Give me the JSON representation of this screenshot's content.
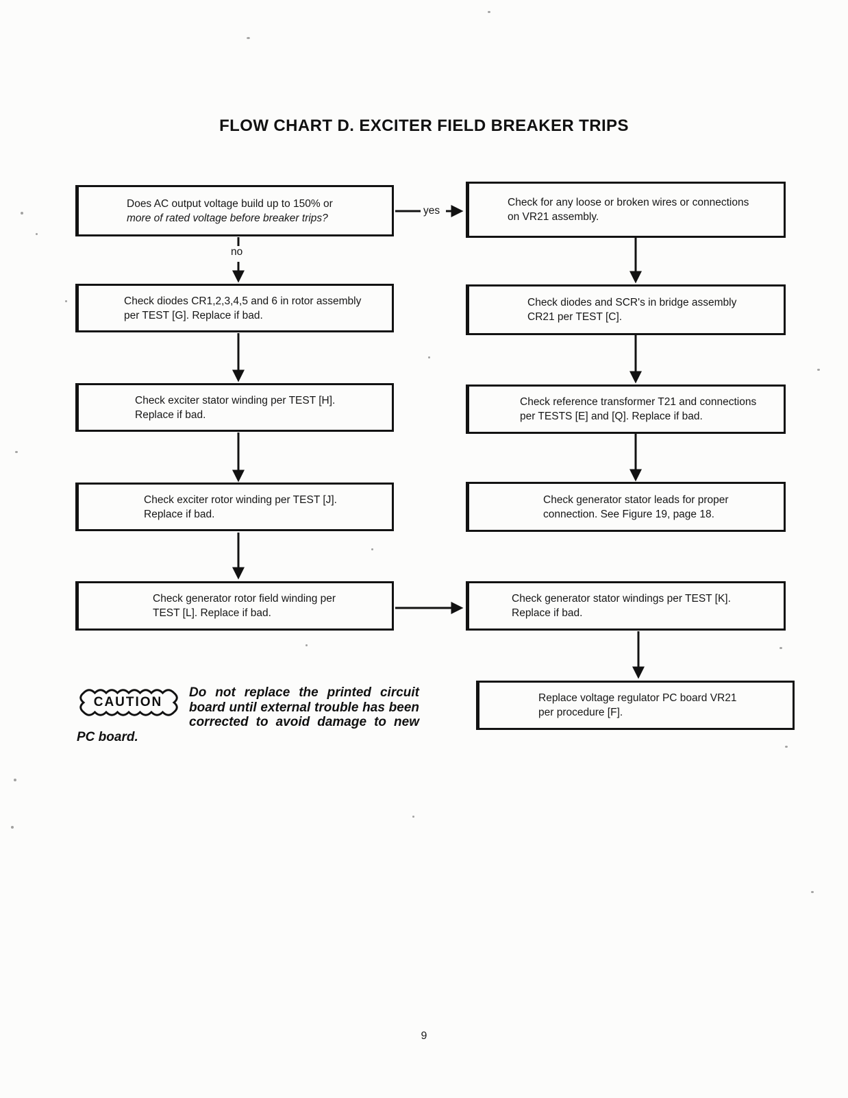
{
  "page": {
    "title": "FLOW CHART D. EXCITER FIELD BREAKER TRIPS",
    "page_number": "9"
  },
  "labels": {
    "yes": "yes",
    "no": "no"
  },
  "flowchart": {
    "left_column": [
      {
        "name": "ac-voltage-question",
        "lines": [
          "Does AC output voltage build up to 150% or",
          "more of rated voltage before breaker trips?"
        ]
      },
      {
        "name": "check-rotor-diodes",
        "lines": [
          "Check diodes CR1,2,3,4,5 and 6 in rotor assembly",
          "per TEST [G]. Replace if bad."
        ]
      },
      {
        "name": "check-exciter-stator",
        "lines": [
          "Check exciter stator winding per TEST [H].",
          "Replace if bad."
        ]
      },
      {
        "name": "check-exciter-rotor",
        "lines": [
          "Check exciter rotor winding per TEST [J].",
          "Replace if bad."
        ]
      },
      {
        "name": "check-generator-rotor-field",
        "lines": [
          "Check generator rotor field winding per",
          "TEST [L]. Replace if bad."
        ]
      }
    ],
    "right_column": [
      {
        "name": "check-vr21-wires",
        "lines": [
          "Check for any loose or broken wires or connections",
          "on VR21 assembly."
        ]
      },
      {
        "name": "check-bridge-cr21",
        "lines": [
          "Check diodes and SCR's in bridge assembly",
          "CR21 per TEST [C]."
        ]
      },
      {
        "name": "check-reference-transformer",
        "lines": [
          "Check reference transformer T21 and connections",
          "per TESTS [E] and [Q]. Replace if bad."
        ]
      },
      {
        "name": "check-stator-leads",
        "lines": [
          "Check generator stator leads for proper",
          "connection. See Figure 19, page 18."
        ]
      },
      {
        "name": "check-stator-windings",
        "lines": [
          "Check generator stator windings per TEST [K].",
          "Replace if bad."
        ]
      },
      {
        "name": "replace-vr21-board",
        "lines": [
          "Replace voltage regulator PC board VR21",
          "per procedure [F]."
        ]
      }
    ],
    "connections": [
      {
        "from": "ac-voltage-question",
        "to": "check-vr21-wires",
        "label": "yes"
      },
      {
        "from": "ac-voltage-question",
        "to": "check-rotor-diodes",
        "label": "no"
      },
      {
        "from": "check-rotor-diodes",
        "to": "check-exciter-stator",
        "label": ""
      },
      {
        "from": "check-exciter-stator",
        "to": "check-exciter-rotor",
        "label": ""
      },
      {
        "from": "check-exciter-rotor",
        "to": "check-generator-rotor-field",
        "label": ""
      },
      {
        "from": "check-vr21-wires",
        "to": "check-bridge-cr21",
        "label": ""
      },
      {
        "from": "check-bridge-cr21",
        "to": "check-reference-transformer",
        "label": ""
      },
      {
        "from": "check-reference-transformer",
        "to": "check-stator-leads",
        "label": ""
      },
      {
        "from": "check-generator-rotor-field",
        "to": "check-stator-windings",
        "label": ""
      },
      {
        "from": "check-stator-windings",
        "to": "replace-vr21-board",
        "label": ""
      }
    ]
  },
  "caution": {
    "badge": "CAUTION",
    "text": "Do not replace the printed circuit board until external trouble has been corrected to avoid damage to new PC board."
  }
}
